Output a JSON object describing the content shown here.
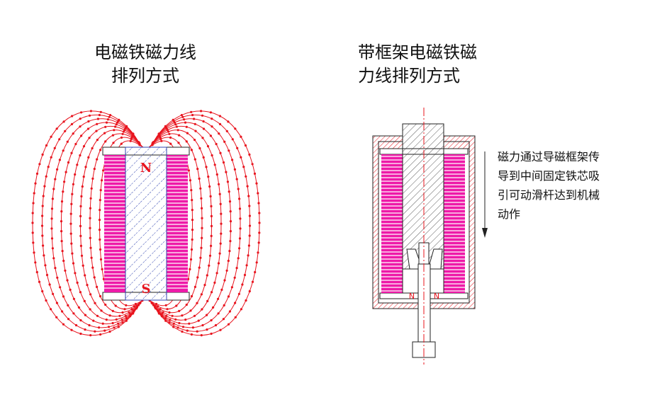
{
  "left_panel": {
    "title_line1": "电磁铁磁力线",
    "title_line2": "排列方式",
    "pole_north": "N",
    "pole_south": "S"
  },
  "right_panel": {
    "title_line1": "带框架电磁铁磁",
    "title_line2": "力线排列方式",
    "note_lines": [
      "磁力通过导磁框架传",
      "导到中间固定铁芯吸",
      "引可动滑杆达到机械",
      "动作"
    ],
    "small_mark_left": "N",
    "small_mark_right": "N"
  },
  "colors": {
    "field_line": "#e8141e",
    "coil": "#ee1aa8",
    "coil_stripe": "#ffffff",
    "core_hatch": "#3044b0",
    "frame": "#e8141e",
    "outline": "#222222"
  }
}
